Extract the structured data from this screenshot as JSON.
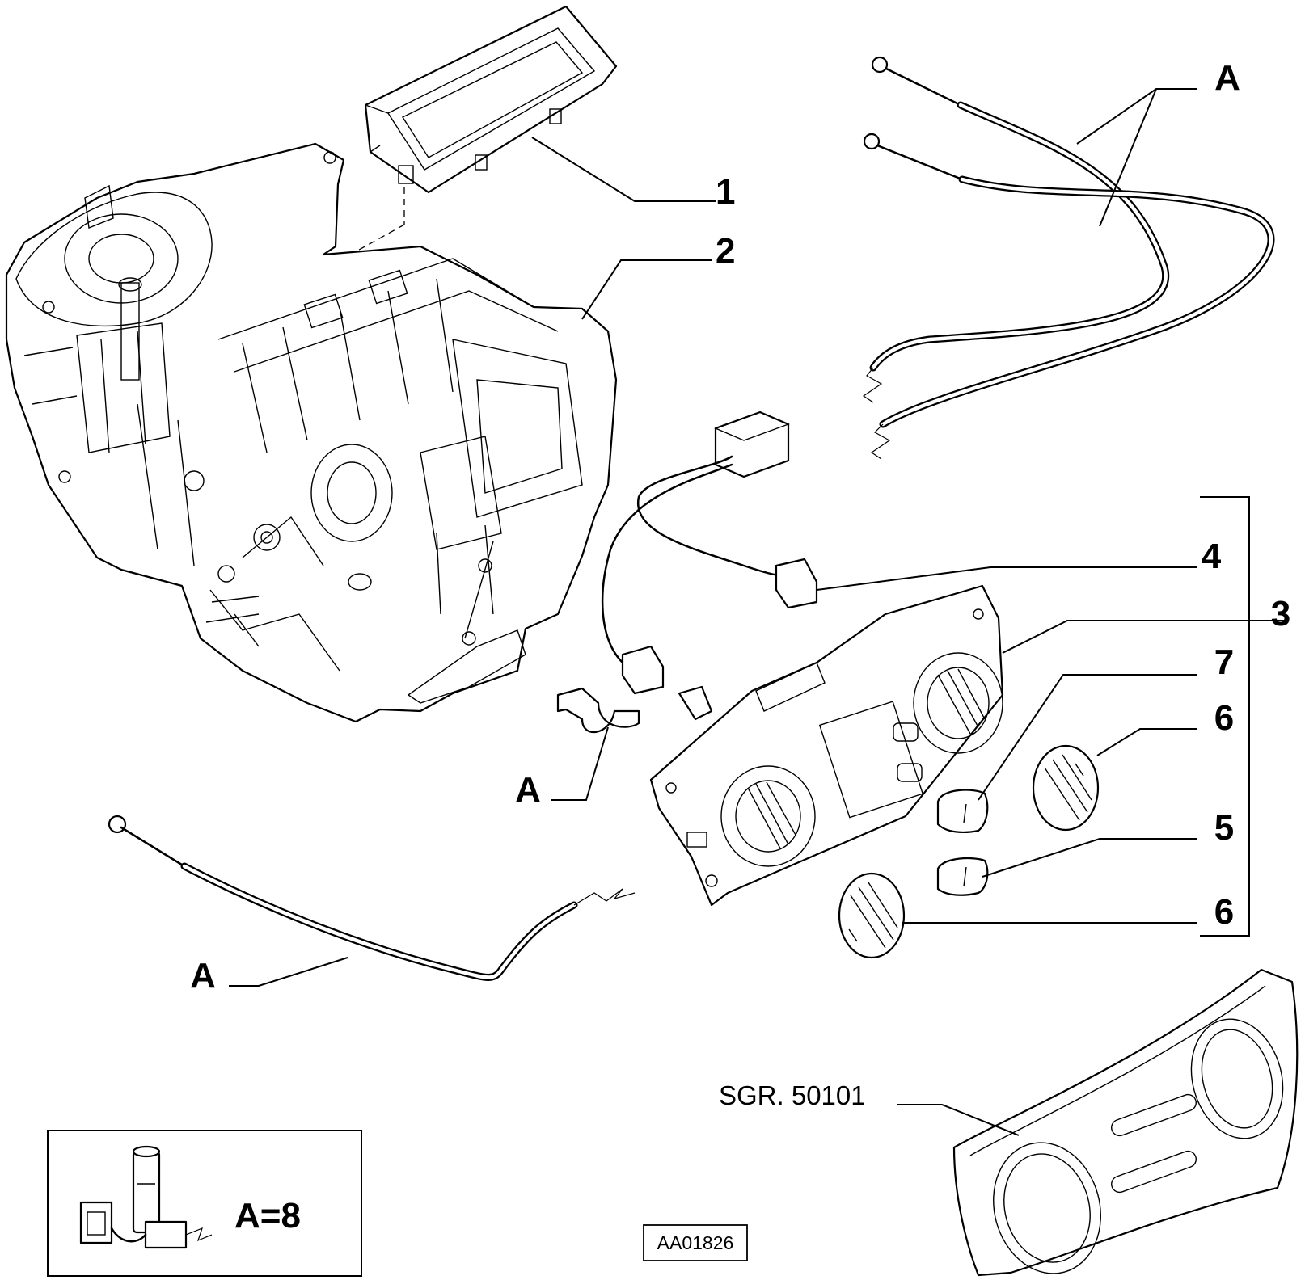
{
  "callouts": {
    "p1": "1",
    "p2": "2",
    "p3": "3",
    "p4": "4",
    "p5": "5",
    "p6a": "6",
    "p6b": "6",
    "p7": "7",
    "cables_top": "A",
    "clip": "A",
    "cable_bottom": "A"
  },
  "reference": "SGR. 50101",
  "kit_label": "A=8",
  "drawing_code": "AA01826"
}
